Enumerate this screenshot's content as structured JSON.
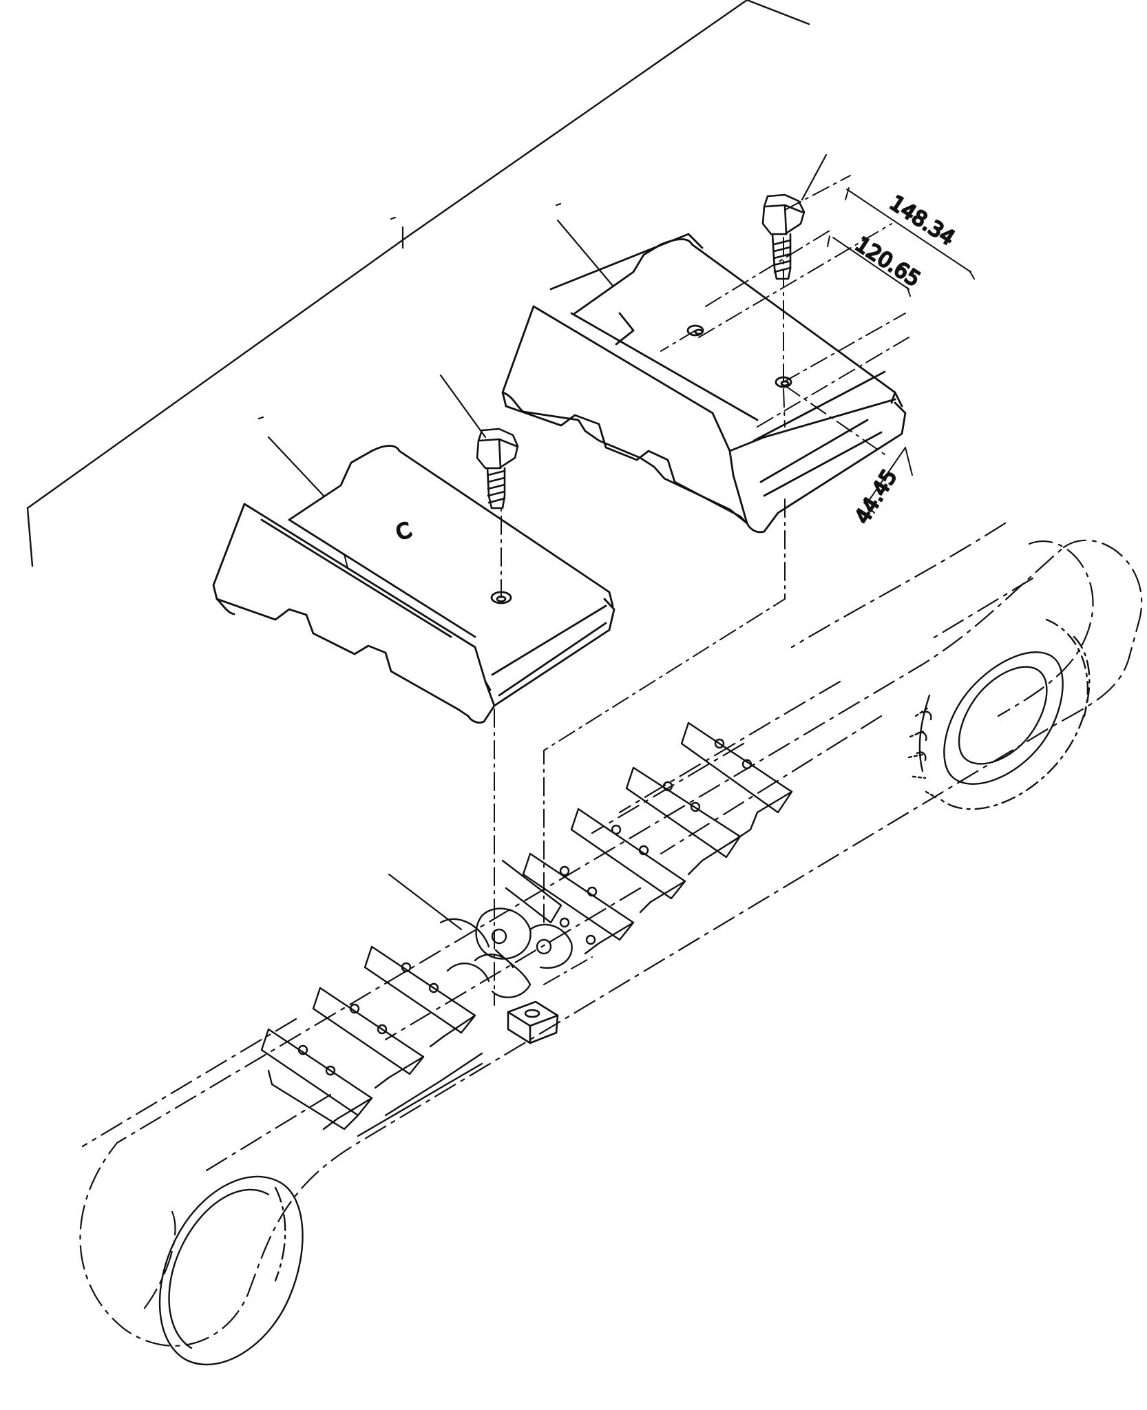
{
  "diagram": {
    "ink_color": "#111111",
    "background_color": "#ffffff",
    "dimensions": {
      "bolt_spacing_outer": "148.34",
      "bolt_spacing_inner": "120.65",
      "offset_from_edge": "44.45"
    },
    "shoe_center_mark": "C",
    "parts": {
      "bolt": "bolt",
      "track_shoe": "track-shoe",
      "track_chain": "track-chain",
      "nut": "nut",
      "front_idler": "front-idler",
      "drive_sprocket": "drive-sprocket"
    }
  }
}
